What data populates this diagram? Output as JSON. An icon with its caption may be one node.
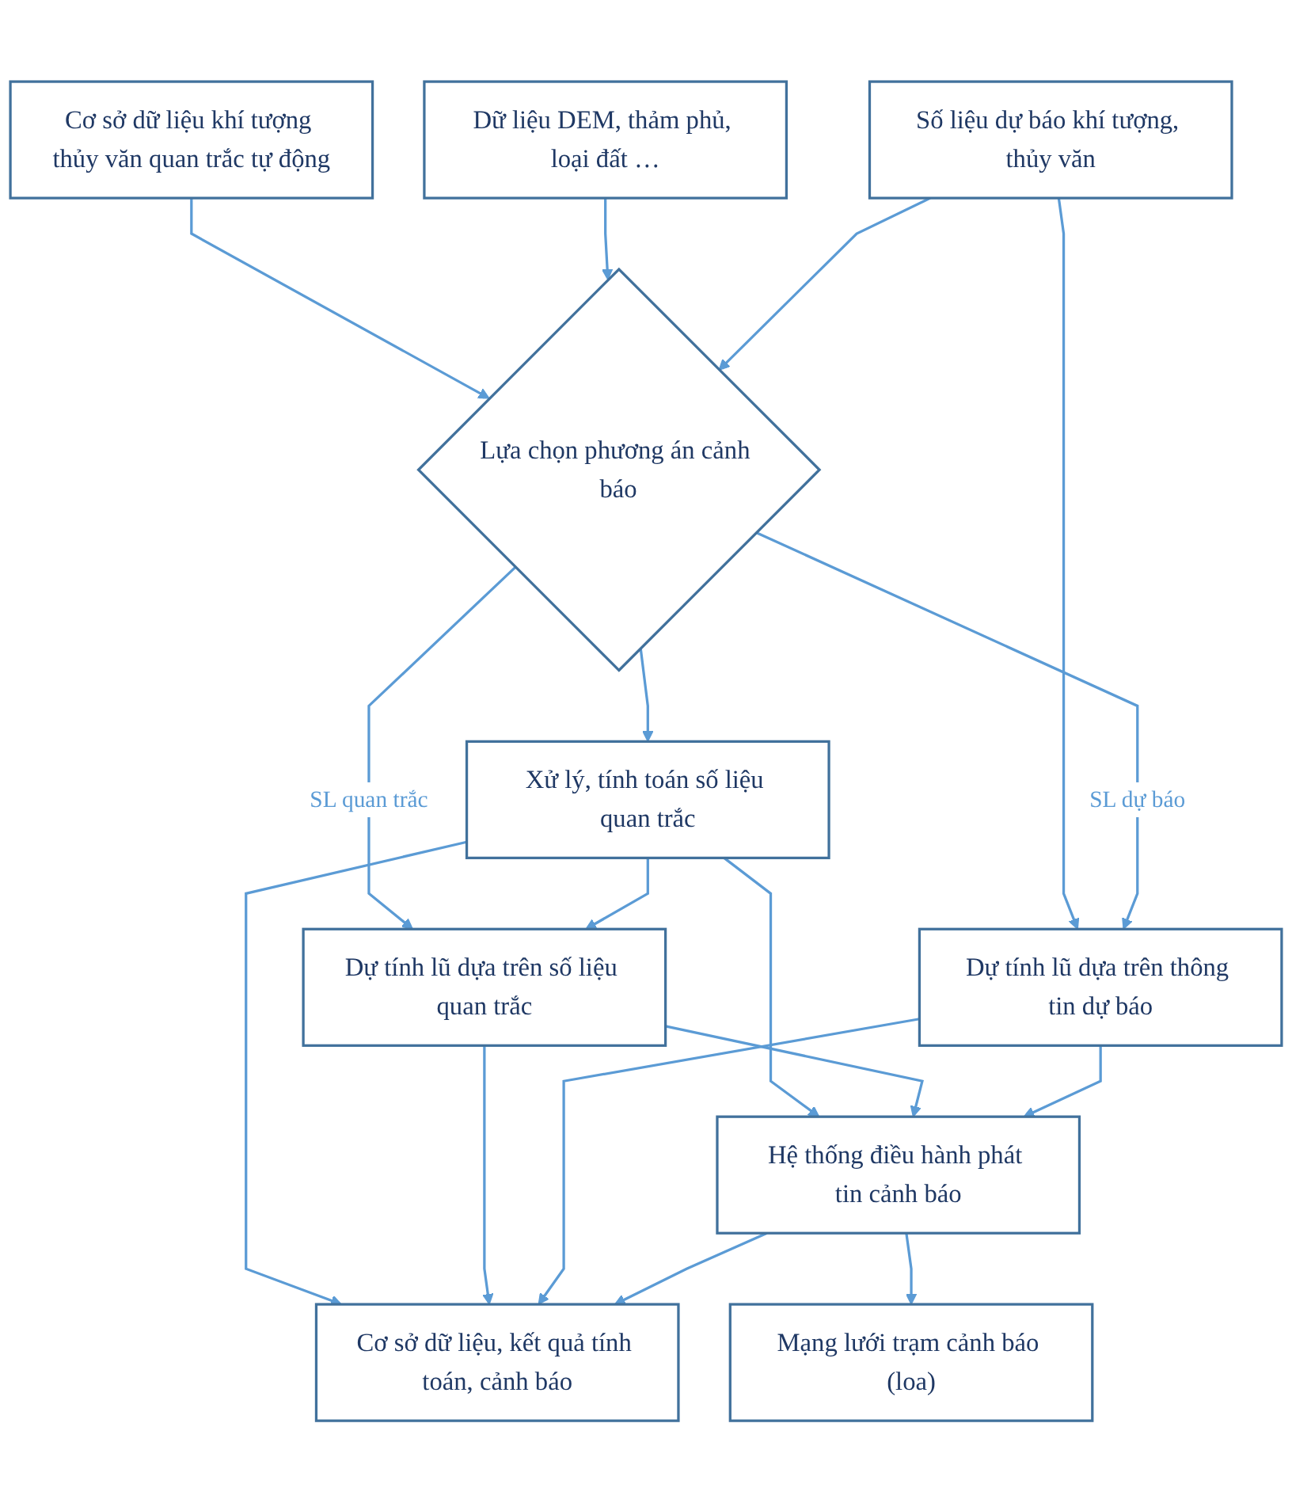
{
  "diagram": {
    "nodes": [
      {
        "text": [
          "Cơ sở dữ liệu khí tượng thủy văn quan trắc tự động"
        ]
      },
      {
        "text": [
          "Dữ liệu DEM, thảm phủ, loại đất …"
        ]
      },
      {
        "text": [
          "Số liệu dự báo khí tượng, thủy văn"
        ]
      },
      {
        "text": [
          "Lựa chọn phương án cảnh báo"
        ]
      },
      {
        "text": [
          "Xử lý, tính toán số liệu quan trắc"
        ]
      },
      {
        "text": [
          "Dự tính lũ dựa trên số liệu quan trắc"
        ]
      },
      {
        "text": [
          "Dự tính lũ dựa trên thông tin dự báo"
        ]
      },
      {
        "text": [
          "Hệ thống điều hành phát tin cảnh báo"
        ]
      },
      {
        "text": [
          "Cơ sở dữ liệu, kết quả tính toán, cảnh báo"
        ]
      },
      {
        "text": [
          "Mạng lưới trạm cảnh báo (loa)"
        ]
      }
    ],
    "edges": [
      {
        "from": 0,
        "to": 3,
        "arrow": "to"
      },
      {
        "from": 1,
        "to": 3,
        "arrow": "to"
      },
      {
        "from": 2,
        "to": 3,
        "arrow": "to"
      },
      {
        "from": 2,
        "to": 6,
        "arrow": "to"
      },
      {
        "from": 3,
        "to": 6,
        "label": "SL dự báo",
        "arrow": "to"
      },
      {
        "from": 3,
        "to": 4,
        "arrow": "to"
      },
      {
        "from": 3,
        "to": 5,
        "label": "SL quan trắc",
        "arrow": "to"
      },
      {
        "from": 4,
        "to": 5,
        "arrow": "to"
      },
      {
        "from": 4,
        "to": 7,
        "arrow": "to"
      },
      {
        "from": 4,
        "to": 8,
        "arrow": "to"
      },
      {
        "from": 5,
        "to": 7,
        "arrow": "to"
      },
      {
        "from": 5,
        "to": 8,
        "arrow": "to"
      },
      {
        "from": 6,
        "to": 7,
        "arrow": "to"
      },
      {
        "from": 6,
        "to": 8,
        "arrow": "to"
      },
      {
        "from": 7,
        "to": 8,
        "arrow": "to"
      },
      {
        "from": 7,
        "to": 9,
        "arrow": "to"
      }
    ]
  }
}
